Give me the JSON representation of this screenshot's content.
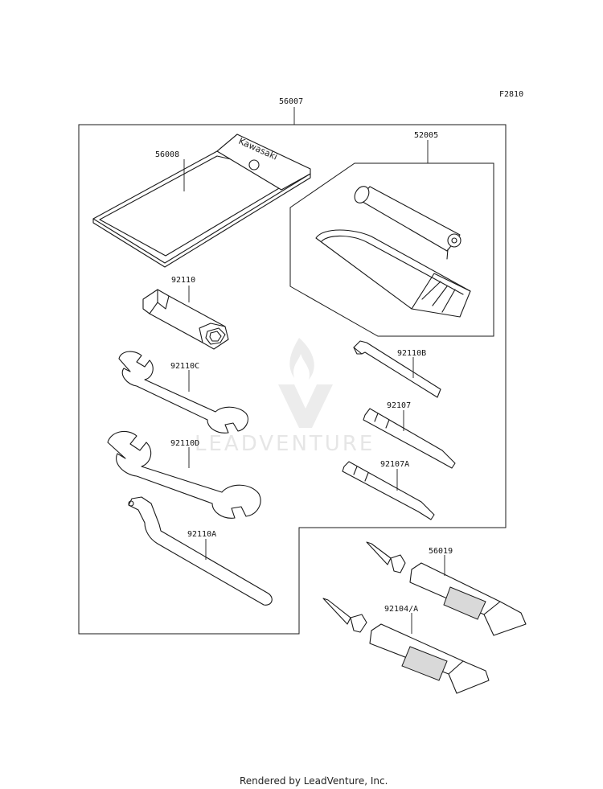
{
  "diagram_code": "F2810",
  "watermark": "LEADVENTURE",
  "footer": "Rendered by LeadVenture, Inc.",
  "brand_on_pouch": "Kawasaki",
  "parts": {
    "p56007": "56007",
    "p56008": "56008",
    "p52005": "52005",
    "p92110": "92110",
    "p92110C": "92110C",
    "p92110D": "92110D",
    "p92110A": "92110A",
    "p92110B": "92110B",
    "p92107": "92107",
    "p92107A": "92107A",
    "p56019": "56019",
    "p92104A": "92104/A"
  }
}
